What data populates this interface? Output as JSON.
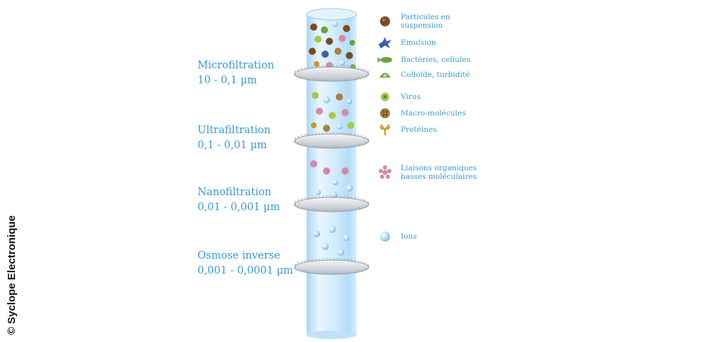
{
  "credit": "© Syclope Electronique",
  "stages": [
    {
      "name": "Microfiltration",
      "range": "10 - 0,1 µm"
    },
    {
      "name": "Ultrafiltration",
      "range": "0,1 - 0,01 µm"
    },
    {
      "name": "Nanofiltration",
      "range": "0,01 - 0,001 µm"
    },
    {
      "name": "Osmose inverse",
      "range": "0,001 - 0,0001 µm"
    }
  ],
  "legend": [
    {
      "icon": "brown-particle-icon",
      "line1": "Particules en",
      "line2": "suspension",
      "color": "#7a4a22"
    },
    {
      "icon": "emulsion-icon",
      "line1": "Emulsion",
      "line2": "",
      "color": "#3a5fb0"
    },
    {
      "icon": "bacteria-icon",
      "line1": "Bactéries, cellules",
      "line2": "",
      "color": "#6aa33a"
    },
    {
      "icon": "colloid-icon",
      "line1": "Colloïde, turbidité",
      "line2": "",
      "color": "#7bb04a"
    },
    {
      "icon": "virus-icon",
      "line1": "Virus",
      "line2": "",
      "color": "#a6c94a"
    },
    {
      "icon": "macromolecule-icon",
      "line1": "Macro-molécules",
      "line2": "",
      "color": "#a98040"
    },
    {
      "icon": "protein-icon",
      "line1": "Protéines",
      "line2": "",
      "color": "#c89a2a"
    },
    {
      "icon": "organic-link-icon",
      "line1": "Liaisons organiques",
      "line2": "basses moléculaires",
      "color": "#d48aa8"
    },
    {
      "icon": "ion-icon",
      "line1": "Ions",
      "line2": "",
      "color": "#8cc8ee"
    }
  ]
}
